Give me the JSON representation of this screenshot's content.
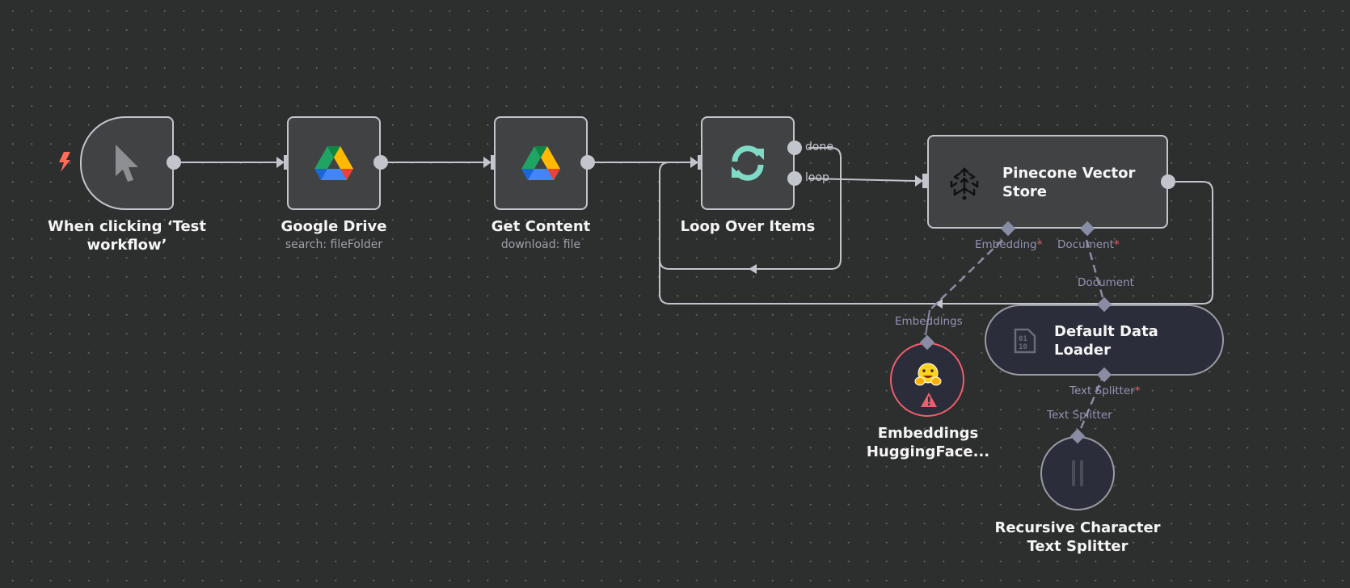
{
  "canvas": {
    "background": "#2d2e2e",
    "accent_colors": {
      "edge": "#c3c5cc",
      "sub_edge": "#8a8ca3",
      "error": "#ef5e6a",
      "loop_icon": "#7fdbc6",
      "trigger_bolt": "#ff6d5a"
    }
  },
  "nodes": {
    "trigger": {
      "title": "When clicking ‘Test workflow’",
      "title_line1": "When clicking ‘Test",
      "title_line2": "workflow’",
      "icon": "cursor-icon",
      "badge_icon": "lightning-bolt-icon"
    },
    "google_drive": {
      "title": "Google Drive",
      "subtitle": "search: fileFolder",
      "icon": "google-drive-icon"
    },
    "get_content": {
      "title": "Get Content",
      "subtitle": "download: file",
      "icon": "google-drive-icon"
    },
    "loop": {
      "title": "Loop Over Items",
      "icon": "refresh-icon",
      "outputs": [
        "done",
        "loop"
      ]
    },
    "pinecone": {
      "title_line1": "Pinecone Vector",
      "title_line2": "Store",
      "icon": "pinecone-icon",
      "inputs": [
        {
          "label": "Embedding",
          "required": "*"
        },
        {
          "label": "Document",
          "required": "*"
        }
      ]
    },
    "data_loader": {
      "title_line1": "Default Data",
      "title_line2": "Loader",
      "icon": "binary-file-icon",
      "output_label": "Document",
      "input": {
        "label": "Text Splitter",
        "required": "*"
      }
    },
    "embeddings": {
      "title_line1": "Embeddings",
      "title_line2": "HuggingFace...",
      "icon": "hugging-face-icon",
      "status_icon": "warning-icon",
      "output_label": "Embeddings"
    },
    "splitter": {
      "title_line1": "Recursive Character",
      "title_line2": "Text Splitter",
      "icon": "splitter-icon",
      "output_label": "Text Splitter"
    }
  }
}
